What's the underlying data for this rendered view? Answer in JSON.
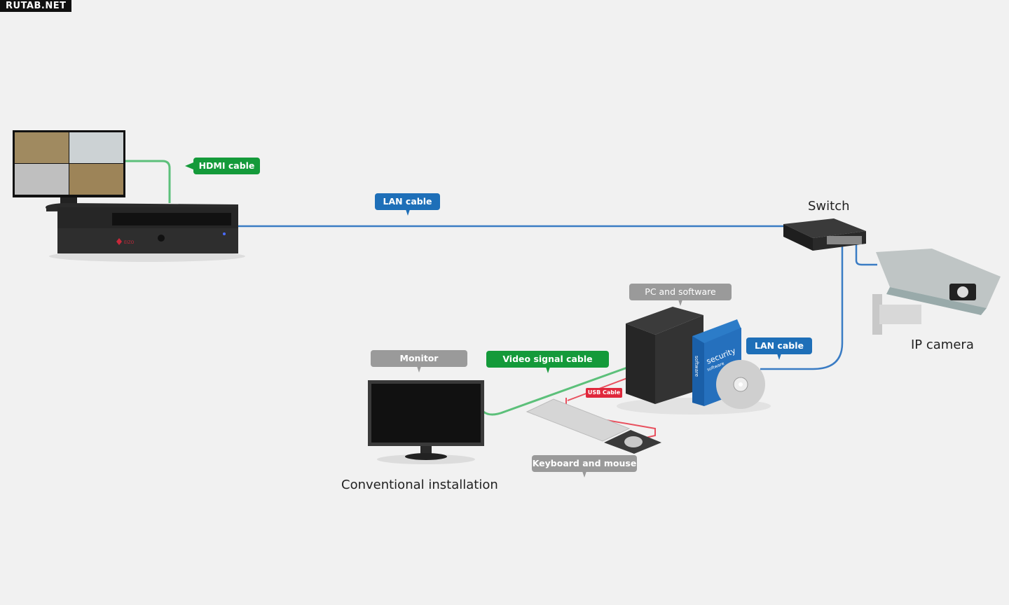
{
  "watermark": "RUTAB.NET",
  "labels": {
    "hdmi_cable": "HDMI cable",
    "lan_cable_top": "LAN cable",
    "switch": "Switch",
    "ip_camera": "IP camera",
    "pc_and_software": "PC and software",
    "lan_cable_pc": "LAN cable",
    "monitor": "Monitor",
    "video_signal_cable": "Video signal cable",
    "usb_cable": "USB Cable",
    "keyboard_and_mouse": "Keyboard and mouse",
    "conventional_installation": "Conventional installation"
  },
  "software_box": {
    "title": "security",
    "subtitle": "software",
    "spine": "software"
  },
  "logo": "EIZO",
  "colors": {
    "green_cable": "#5cc07a",
    "blue_cable": "#3a7cc4",
    "red_cable": "#e8505e",
    "green_label": "#149a3a",
    "blue_label": "#1e6fb8",
    "grey_label": "#9a9a9a",
    "red_label": "#e0283c"
  }
}
